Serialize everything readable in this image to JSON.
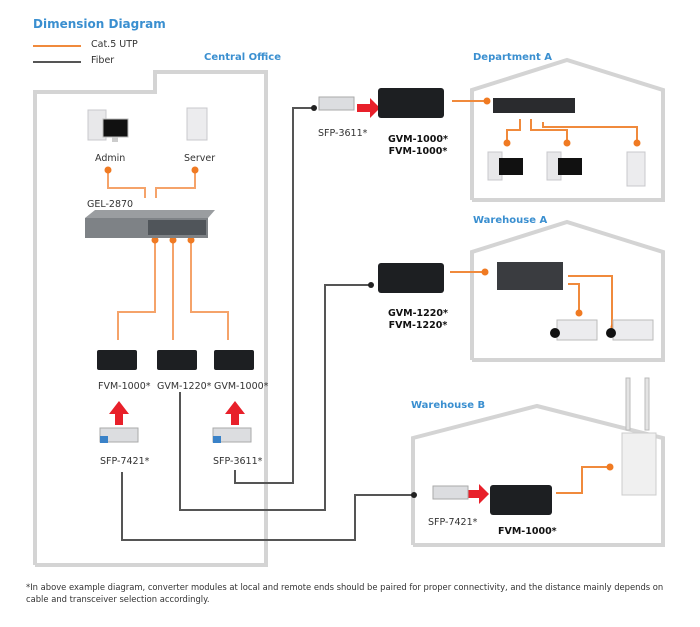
{
  "title": "Dimension Diagram",
  "legend": [
    {
      "label": "Cat.5 UTP",
      "color": "#f08a3c"
    },
    {
      "label": "Fiber",
      "color": "#555555"
    }
  ],
  "colors": {
    "utp": "#f08a3c",
    "fiber": "#555555",
    "building": "#d0d0d0",
    "zone_label": "#3a8fd0",
    "arrow": "#e8202a"
  },
  "zones": {
    "central_office": "Central Office",
    "department_a": "Department A",
    "warehouse_a": "Warehouse A",
    "warehouse_b": "Warehouse B"
  },
  "central_office": {
    "admin": "Admin",
    "server": "Server",
    "switch": "GEL-2870",
    "converters": [
      "FVM-1000*",
      "GVM-1220*",
      "GVM-1000*"
    ],
    "transceivers": [
      "SFP-7421*",
      "SFP-3611*"
    ]
  },
  "department_a": {
    "transceiver": "SFP-3611*",
    "converter_line1": "GVM-1000*",
    "converter_line2": "FVM-1000*"
  },
  "warehouse_a": {
    "converter_line1": "GVM-1220*",
    "converter_line2": "FVM-1220*"
  },
  "warehouse_b": {
    "transceiver": "SFP-7421*",
    "converter": "FVM-1000*"
  },
  "footnote": "*In above example diagram, converter modules at local and remote ends should be paired for proper connectivity, and the distance mainly depends on cable and transceiver selection accordingly."
}
